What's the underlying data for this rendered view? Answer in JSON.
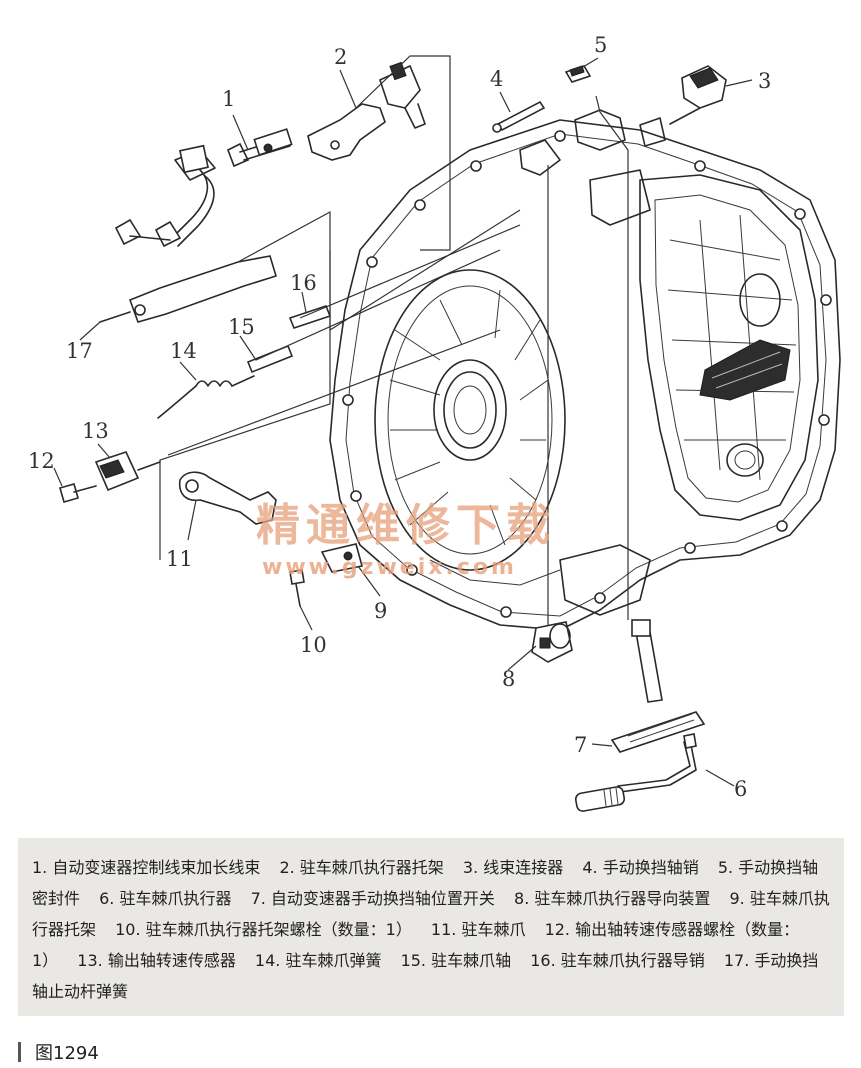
{
  "callouts": [
    "1",
    "2",
    "3",
    "4",
    "5",
    "6",
    "7",
    "8",
    "9",
    "10",
    "11",
    "12",
    "13",
    "14",
    "15",
    "16",
    "17"
  ],
  "watermark": {
    "cn": "精通维修下载",
    "url": "www.gzweix.com"
  },
  "legend": {
    "items": [
      "1. 自动变速器控制线束加长线束",
      "2. 驻车棘爪执行器托架",
      "3. 线束连接器",
      "4. 手动换挡轴销",
      "5. 手动换挡轴密封件",
      "6. 驻车棘爪执行器",
      "7. 自动变速器手动换挡轴位置开关",
      "8. 驻车棘爪执行器导向装置",
      "9. 驻车棘爪执行器托架",
      "10. 驻车棘爪执行器托架螺栓（数量：1）",
      "11. 驻车棘爪",
      "12. 输出轴转速传感器螺栓（数量：1）",
      "13. 输出轴转速传感器",
      "14. 驻车棘爪弹簧",
      "15. 驻车棘爪轴",
      "16. 驻车棘爪执行器导销",
      "17. 手动换挡轴止动杆弹簧"
    ]
  },
  "caption": "图1294"
}
